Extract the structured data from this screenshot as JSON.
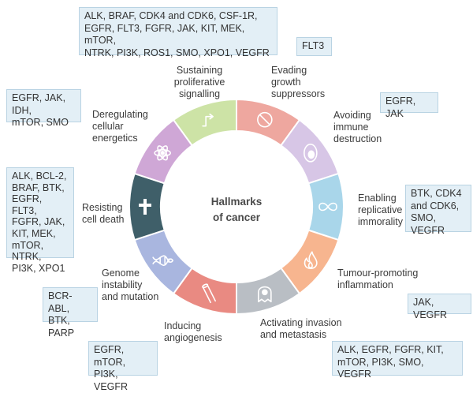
{
  "center": {
    "title": "Hallmarks\nof cancer"
  },
  "colors": {
    "sustaining": "#cde3a6",
    "evading": "#eea79f",
    "avoiding": "#d7c6e6",
    "replicative": "#a9d6ea",
    "inflammation": "#f7b58f",
    "invasion": "#b9bec4",
    "angiogenesis": "#e98a82",
    "genome": "#a9b6df",
    "death": "#3f5f69",
    "energetics": "#cfa7d6",
    "box_fill": "#e3eff6",
    "box_border": "#b9d3e3"
  },
  "hallmarks": [
    {
      "id": "sustaining",
      "label": "Sustaining\nproliferative\nsignalling",
      "icon": "signal-arrow-icon",
      "drugs": "ALK, BRAF, CDK4 and CDK6, CSF-1R,\nEGFR, FLT3,  FGFR, JAK, KIT, MEK, mTOR,\nNTRK, PI3K, ROS1, SMO, XPO1, VEGFR"
    },
    {
      "id": "evading",
      "label": "Evading\ngrowth\nsuppressors",
      "icon": "prohibition-icon",
      "drugs": "FLT3"
    },
    {
      "id": "avoiding",
      "label": "Avoiding\nimmune\ndestruction",
      "icon": "cell-icon",
      "drugs": "EGFR, JAK"
    },
    {
      "id": "replicative",
      "label": "Enabling\nreplicative\nimmorality",
      "icon": "infinity-icon",
      "drugs": "BTK, CDK4\nand CDK6,\nSMO, VEGFR"
    },
    {
      "id": "inflammation",
      "label": "Tumour-promoting\ninflammation",
      "icon": "flame-icon",
      "drugs": "JAK, VEGFR"
    },
    {
      "id": "invasion",
      "label": "Activating invasion\nand metastasis",
      "icon": "ghost-cell-icon",
      "drugs": "ALK, EGFR, FGFR, KIT,\nmTOR, PI3K, SMO, VEGFR"
    },
    {
      "id": "angiogenesis",
      "label": "Inducing\nangiogenesis",
      "icon": "vessel-icon",
      "drugs": "EGFR, mTOR,\nPI3K, VEGFR"
    },
    {
      "id": "genome",
      "label": "Genome\ninstability\nand mutation",
      "icon": "dna-icon",
      "drugs": "BCR-ABL,\nBTK, PARP"
    },
    {
      "id": "death",
      "label": "Resisting\ncell death",
      "icon": "cross-icon",
      "drugs": "ALK, BCL-2,\nBRAF, BTK,\nEGFR, FLT3,\nFGFR, JAK,\nKIT, MEK,\nmTOR, NTRK,\nPI3K, XPO1"
    },
    {
      "id": "energetics",
      "label": "Deregulating\ncellular\nenergetics",
      "icon": "atom-icon",
      "drugs": "EGFR, JAK, IDH,\nmTOR, SMO"
    }
  ]
}
